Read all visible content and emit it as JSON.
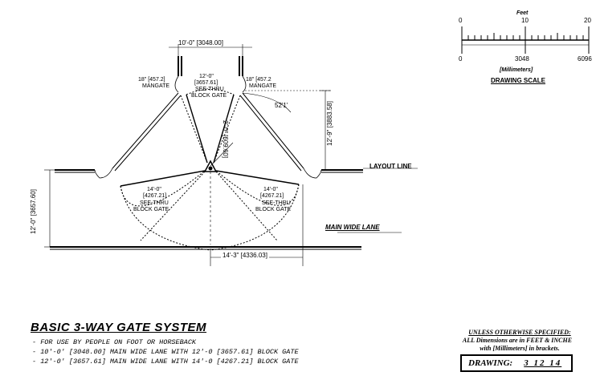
{
  "scale": {
    "unit_top": "Feet",
    "ticks_top": [
      "0",
      "10",
      "20"
    ],
    "ticks_bottom": [
      "0",
      "3048",
      "6096"
    ],
    "unit_bottom": "[Millimeters]",
    "caption": "DRAWING SCALE"
  },
  "dims": {
    "top_width": "10'-0\" [3048.00]",
    "center_gate_top": "12'-0\"",
    "center_gate_mm": "[3657.61]",
    "center_gate_1": "SEE-THRU",
    "center_gate_2": "BLOCK GATE",
    "mangate_left_1": "18\" [457.2]",
    "mangate_left_2": "MANGATE",
    "mangate_right_1": "18\" [457.2",
    "mangate_right_2": "MANGATE",
    "angle": "52'1'",
    "right_vertical": "12'-9\" [3883.58]",
    "center_radius": "2'-0\" [609.60]",
    "layout_line": "LAYOUT LINE",
    "left_gate_1": "14'-0\"",
    "left_gate_2": "[4267.21]",
    "left_gate_3": "SEE-THRU",
    "left_gate_4": "BLOCK GATE",
    "right_gate_1": "14'-0\"",
    "right_gate_2": "[4267.21]",
    "right_gate_3": "SEE-THRU",
    "right_gate_4": "BLOCK GATE",
    "left_vertical": "12'-0\" [3657.60]",
    "main_wide_lane": "MAIN WIDE LANE",
    "bottom_width": "14'-3\" [4336.03]"
  },
  "title": "BASIC 3-WAY GATE SYSTEM",
  "notes": [
    "- FOR USE BY PEOPLE ON FOOT OR HORSEBACK",
    "- 10'-0' [3048.00] MAIN WIDE LANE WITH 12'-0 [3657.61] BLOCK GATE",
    "- 12'-0' [3657.61] MAIN WIDE LANE WITH 14'-0 [4267.21] BLOCK GATE"
  ],
  "spec": {
    "line1": "UNLESS OTHERWISE SPECIFIED:",
    "line2": "ALL Dimensions are in FEET & INCHE",
    "line3": "with [Millimeters] in brackets."
  },
  "drawing": {
    "label": "DRAWING:",
    "number": "3 12 14"
  }
}
